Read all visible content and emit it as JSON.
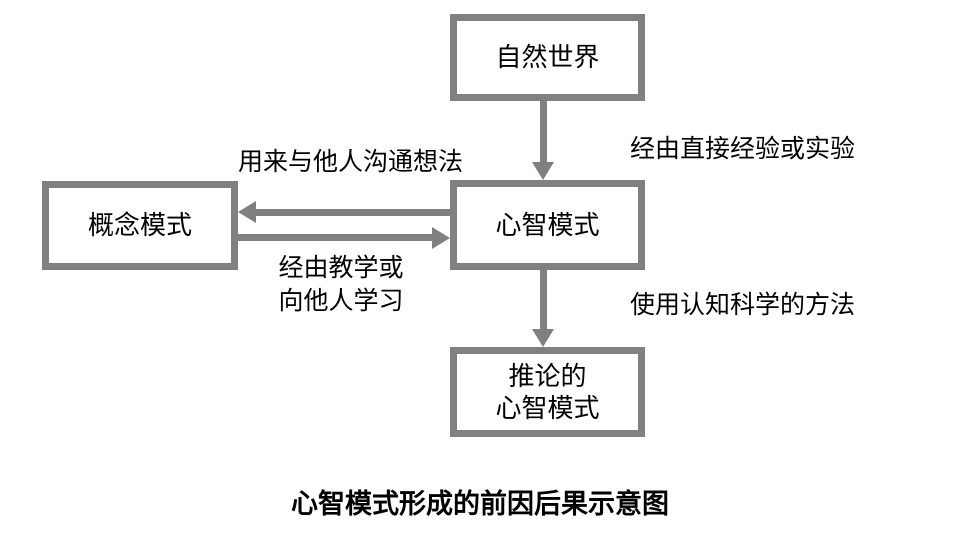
{
  "diagram": {
    "title": "心智模式形成的前因后果示意图",
    "boxes": {
      "natural_world": "自然世界",
      "mental_model": "心智模式",
      "conceptual_model": "概念模式",
      "inferred_mental_model": [
        "推论的",
        "心智模式"
      ]
    },
    "arrow_labels": {
      "natural_to_mental": "经由直接经验或实验",
      "mental_to_conceptual": "用来与他人沟通想法",
      "conceptual_to_mental": [
        "经由教学或",
        "向他人学习"
      ],
      "mental_to_inferred": "使用认知科学的方法"
    },
    "colors": {
      "box_border": "#808080",
      "arrow": "#808080",
      "text": "#000000",
      "background": "#ffffff"
    }
  }
}
